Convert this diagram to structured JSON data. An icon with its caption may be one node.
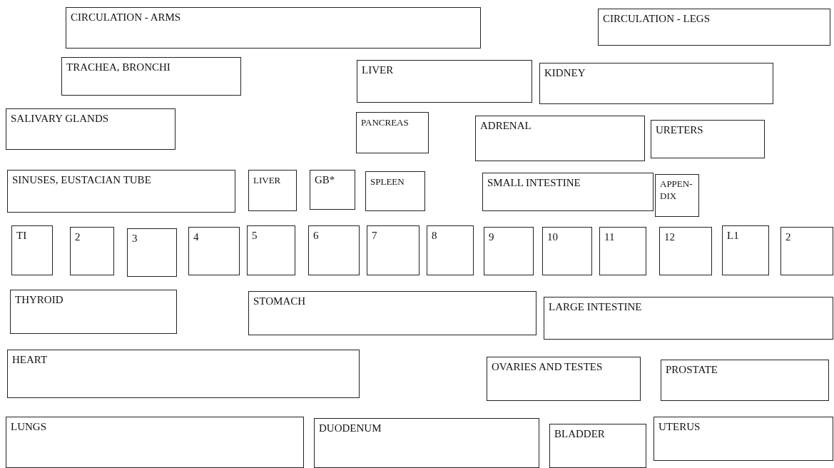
{
  "diagram": {
    "nodes": [
      {
        "text": [
          "CIRCULATION - ARMS"
        ]
      },
      {
        "text": [
          "CIRCULATION - LEGS"
        ]
      },
      {
        "text": [
          "TRACHEA, BRONCHI"
        ]
      },
      {
        "text": [
          "LIVER"
        ]
      },
      {
        "text": [
          "KIDNEY"
        ]
      },
      {
        "text": [
          "SALIVARY GLANDS"
        ]
      },
      {
        "text": [
          "PANCREAS"
        ]
      },
      {
        "text": [
          "ADRENAL"
        ]
      },
      {
        "text": [
          "URETERS"
        ]
      },
      {
        "text": [
          "SINUSES, EUSTACIAN TUBE"
        ]
      },
      {
        "text": [
          "LIVER"
        ]
      },
      {
        "text": [
          "GB*"
        ]
      },
      {
        "text": [
          "SPLEEN"
        ]
      },
      {
        "text": [
          "SMALL INTESTINE"
        ]
      },
      {
        "text": [
          "APPEN-DIX"
        ]
      },
      {
        "text": [
          "TI"
        ]
      },
      {
        "text": [
          "2"
        ]
      },
      {
        "text": [
          "3"
        ]
      },
      {
        "text": [
          "4"
        ]
      },
      {
        "text": [
          "5"
        ]
      },
      {
        "text": [
          "6"
        ]
      },
      {
        "text": [
          "7"
        ]
      },
      {
        "text": [
          "8"
        ]
      },
      {
        "text": [
          "9"
        ]
      },
      {
        "text": [
          "10"
        ]
      },
      {
        "text": [
          "11"
        ]
      },
      {
        "text": [
          "12"
        ]
      },
      {
        "text": [
          "L1"
        ]
      },
      {
        "text": [
          "2"
        ]
      },
      {
        "text": [
          "THYROID"
        ]
      },
      {
        "text": [
          "STOMACH"
        ]
      },
      {
        "text": [
          "LARGE INTESTINE"
        ]
      },
      {
        "text": [
          "HEART"
        ]
      },
      {
        "text": [
          "OVARIES AND TESTES"
        ]
      },
      {
        "text": [
          "PROSTATE"
        ]
      },
      {
        "text": [
          "LUNGS"
        ]
      },
      {
        "text": [
          "DUODENUM"
        ]
      },
      {
        "text": [
          "BLADDER"
        ]
      },
      {
        "text": [
          "UTERUS"
        ]
      }
    ]
  }
}
